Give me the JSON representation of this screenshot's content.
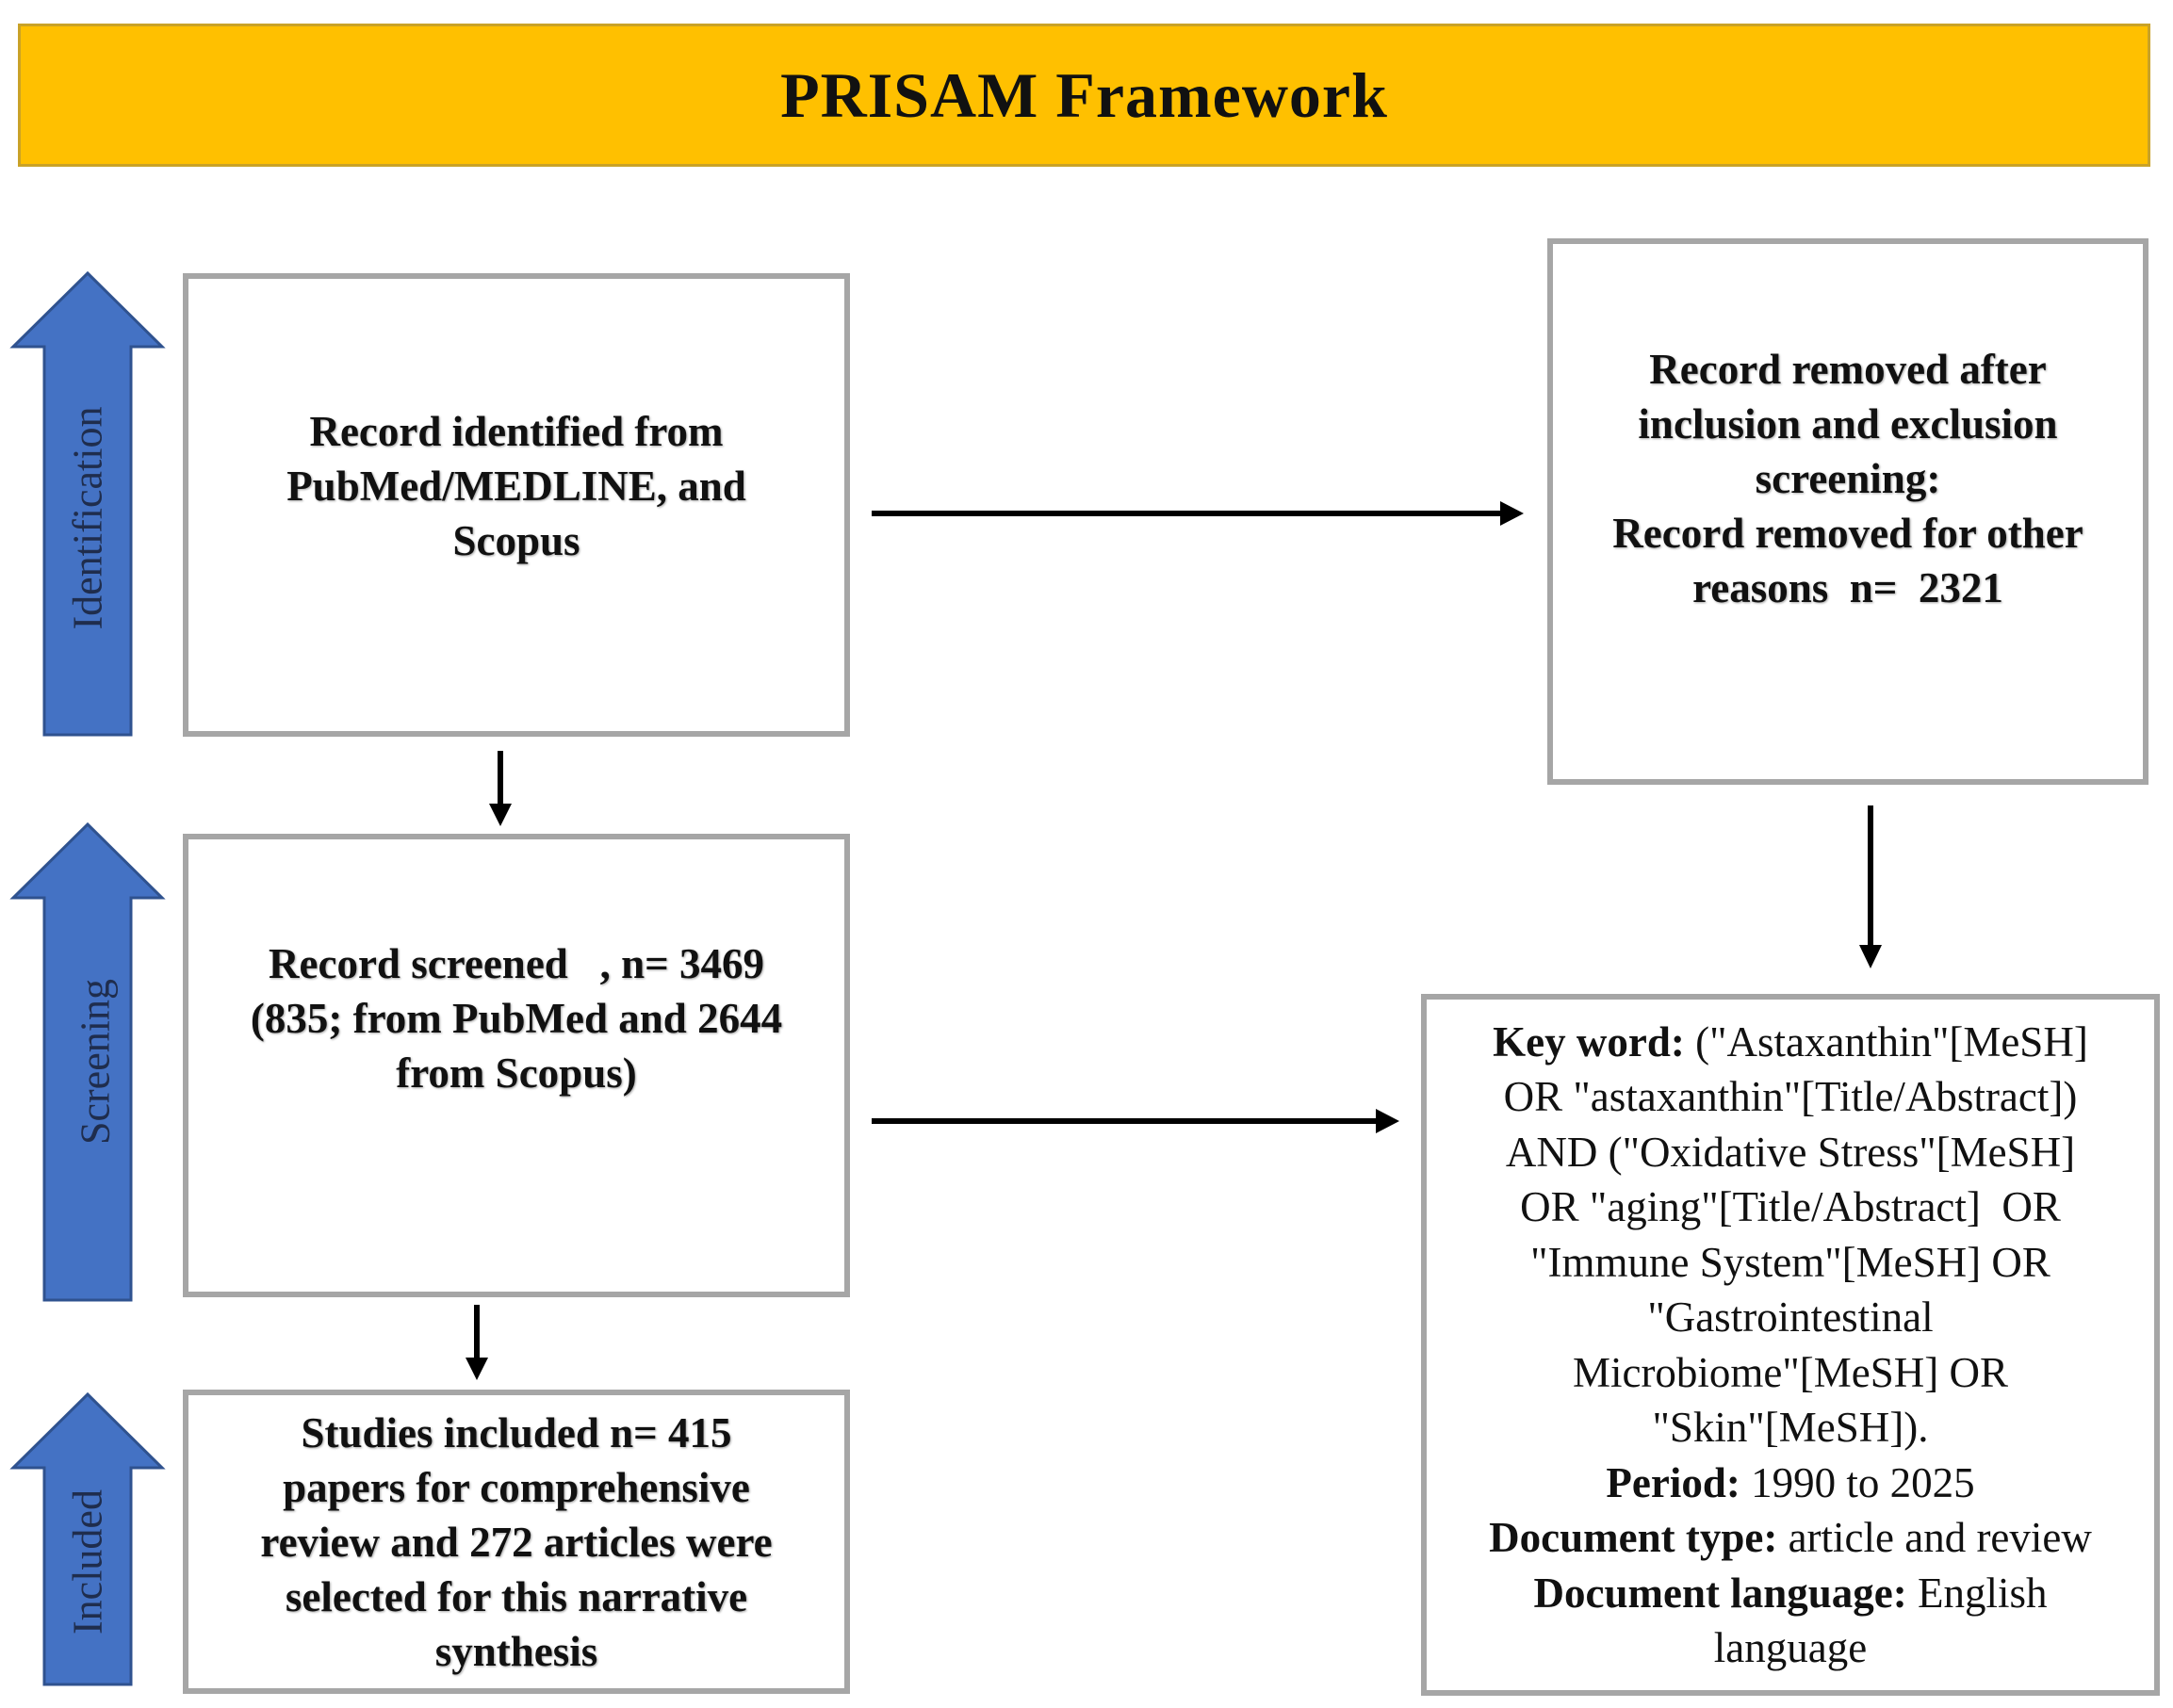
{
  "title": "PRISAM Framework",
  "stages": [
    {
      "name": "Identification"
    },
    {
      "name": "Screening"
    },
    {
      "name": "Included"
    }
  ],
  "boxes": {
    "identified": {
      "lines": [
        "Record identified from",
        "PubMed/MEDLINE, and",
        "Scopus"
      ]
    },
    "removed": {
      "lines": [
        "Record removed after",
        "inclusion and exclusion",
        "screening:",
        "Record removed for other",
        "reasons  n=  2321"
      ]
    },
    "screened": {
      "lines": [
        "Record screened   , n= 3469",
        "(835; from PubMed and 2644",
        "from Scopus)"
      ]
    },
    "included": {
      "lines": [
        "Studies included n= 415",
        "papers for comprehensive",
        "review and 272 articles were",
        "selected for this narrative",
        "synthesis"
      ]
    },
    "criteria": {
      "keyword_label": "Key word:",
      "keyword_line1": " (\"Astaxanthin\"[MeSH]",
      "keyword_lines": [
        "OR \"astaxanthin\"[Title/Abstract])",
        "AND (\"Oxidative Stress\"[MeSH]",
        "OR \"aging\"[Title/Abstract]  OR",
        "\"Immune System\"[MeSH] OR",
        "\"Gastrointestinal",
        "Microbiome\"[MeSH] OR",
        "\"Skin\"[MeSH])."
      ],
      "period_label": "Period:",
      "period_value": " 1990 to 2025",
      "doctype_label": "Document type:",
      "doctype_value": " article and review",
      "language_label": "Document language:",
      "language_value": " English",
      "language_value2": "language"
    }
  },
  "colors": {
    "banner": "#FFC000",
    "box_border": "#A6A6A6",
    "stage_arrow": "#4472C4",
    "connector": "#000000"
  }
}
